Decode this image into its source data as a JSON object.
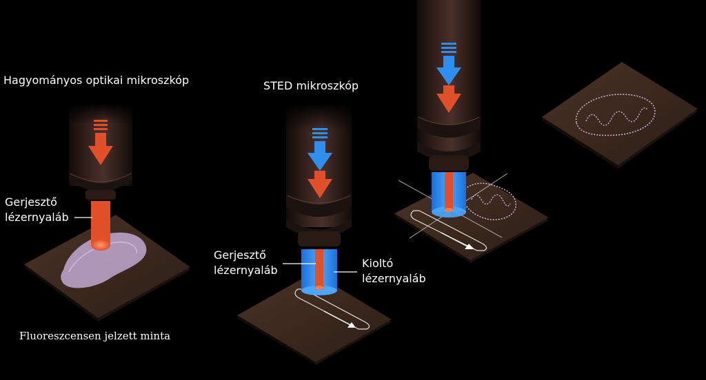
{
  "labels": {
    "conventional_title": "Hagyományos optikai mikroszkóp",
    "sted_title": "STED mikroszkóp",
    "excitation_1_line1": "Gerjesztő",
    "excitation_1_line2": "lézernyaláb",
    "excitation_2_line1": "Gerjesztő",
    "excitation_2_line2": "lézernyaláb",
    "depletion_line1": "Kioltó",
    "depletion_line2": "lézernyaláb",
    "sample_caption": "Fluoreszcensen jelzett minta"
  },
  "colors": {
    "background": "#000000",
    "excitation": "#e2502a",
    "depletion": "#2f8ff0",
    "objective": "#2a1a16",
    "sample_plate": "#3d2a20",
    "fluorescence": "#b9a2c9"
  }
}
